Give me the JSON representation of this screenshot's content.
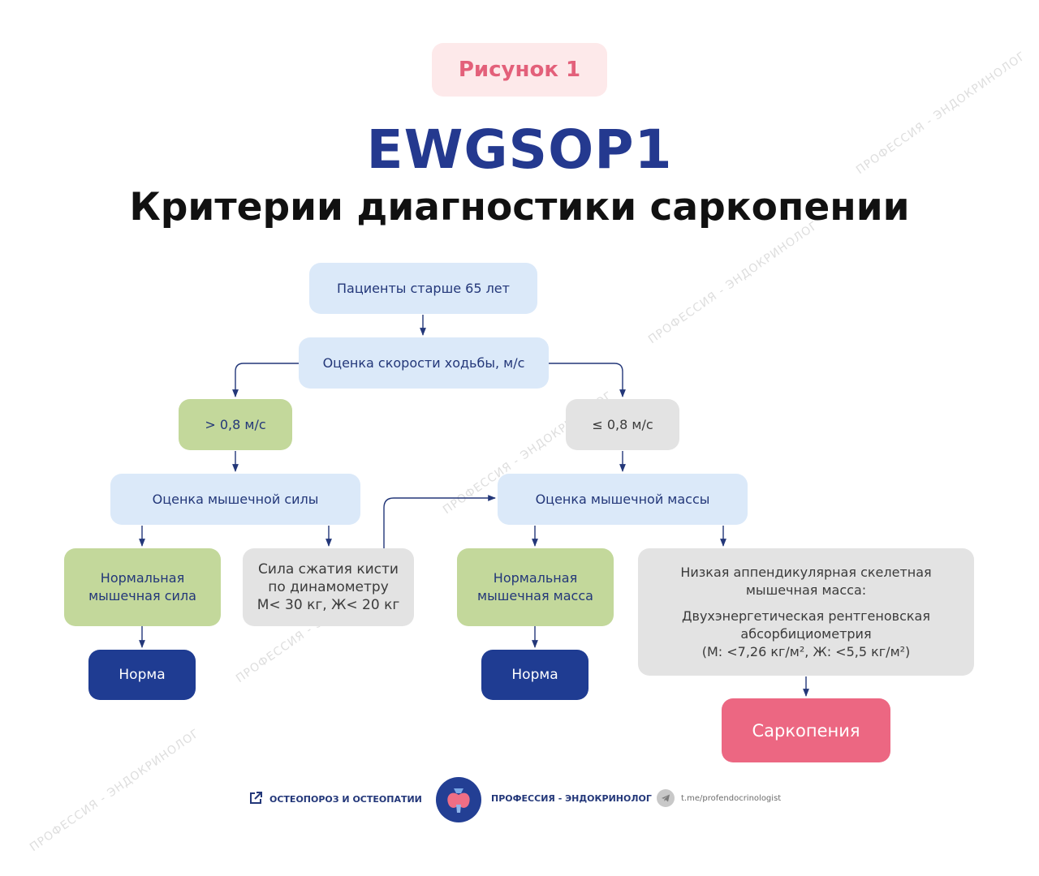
{
  "header": {
    "badge": "Рисунок 1",
    "title": "EWGSOP1",
    "subtitle": "Критерии диагностики саркопении"
  },
  "flow": {
    "patients": "Пациенты старше 65 лет",
    "gait_speed": "Оценка скорости ходьбы, м/с",
    "speed_high": "> 0,8 м/с",
    "speed_low": "≤ 0,8 м/с",
    "strength": "Оценка мышечной силы",
    "mass": "Оценка мышечной массы",
    "normal_strength": [
      "Нормальная",
      "мышечная сила"
    ],
    "grip": [
      "Сила сжатия кисти",
      "по динамометру",
      "М< 30 кг, Ж< 20 кг"
    ],
    "normal_mass": [
      "Нормальная",
      "мышечная масса"
    ],
    "low_mass": {
      "line1": [
        "Низкая аппендикулярная скелетная",
        "мышечная масса:"
      ],
      "line2": [
        "Двухэнергетическая рентгеновская",
        "абсорбициометрия",
        "(М: <7,26 кг/м², Ж: <5,5 кг/м²)"
      ]
    },
    "norm_left": "Норма",
    "norm_right": "Норма",
    "sarcopenia": "Саркопения"
  },
  "watermark": "ПРОФЕССИЯ - ЭНДОКРИНОЛОГ",
  "footer": {
    "left": "ОСТЕОПОРОЗ И ОСТЕОПАТИИ",
    "center": "ПРОФЕССИЯ - ЭНДОКРИНОЛОГ",
    "right": "t.me/profendocrinologist"
  },
  "colors": {
    "blue_box": "#dbe9f9",
    "green_box": "#c3d89b",
    "gray_box": "#e3e3e3",
    "navy": "#1f3c92",
    "pink": "#ec6782",
    "arrow": "#233779"
  },
  "icons": [
    "external-link-icon",
    "thyroid-logo-icon",
    "telegram-icon"
  ]
}
